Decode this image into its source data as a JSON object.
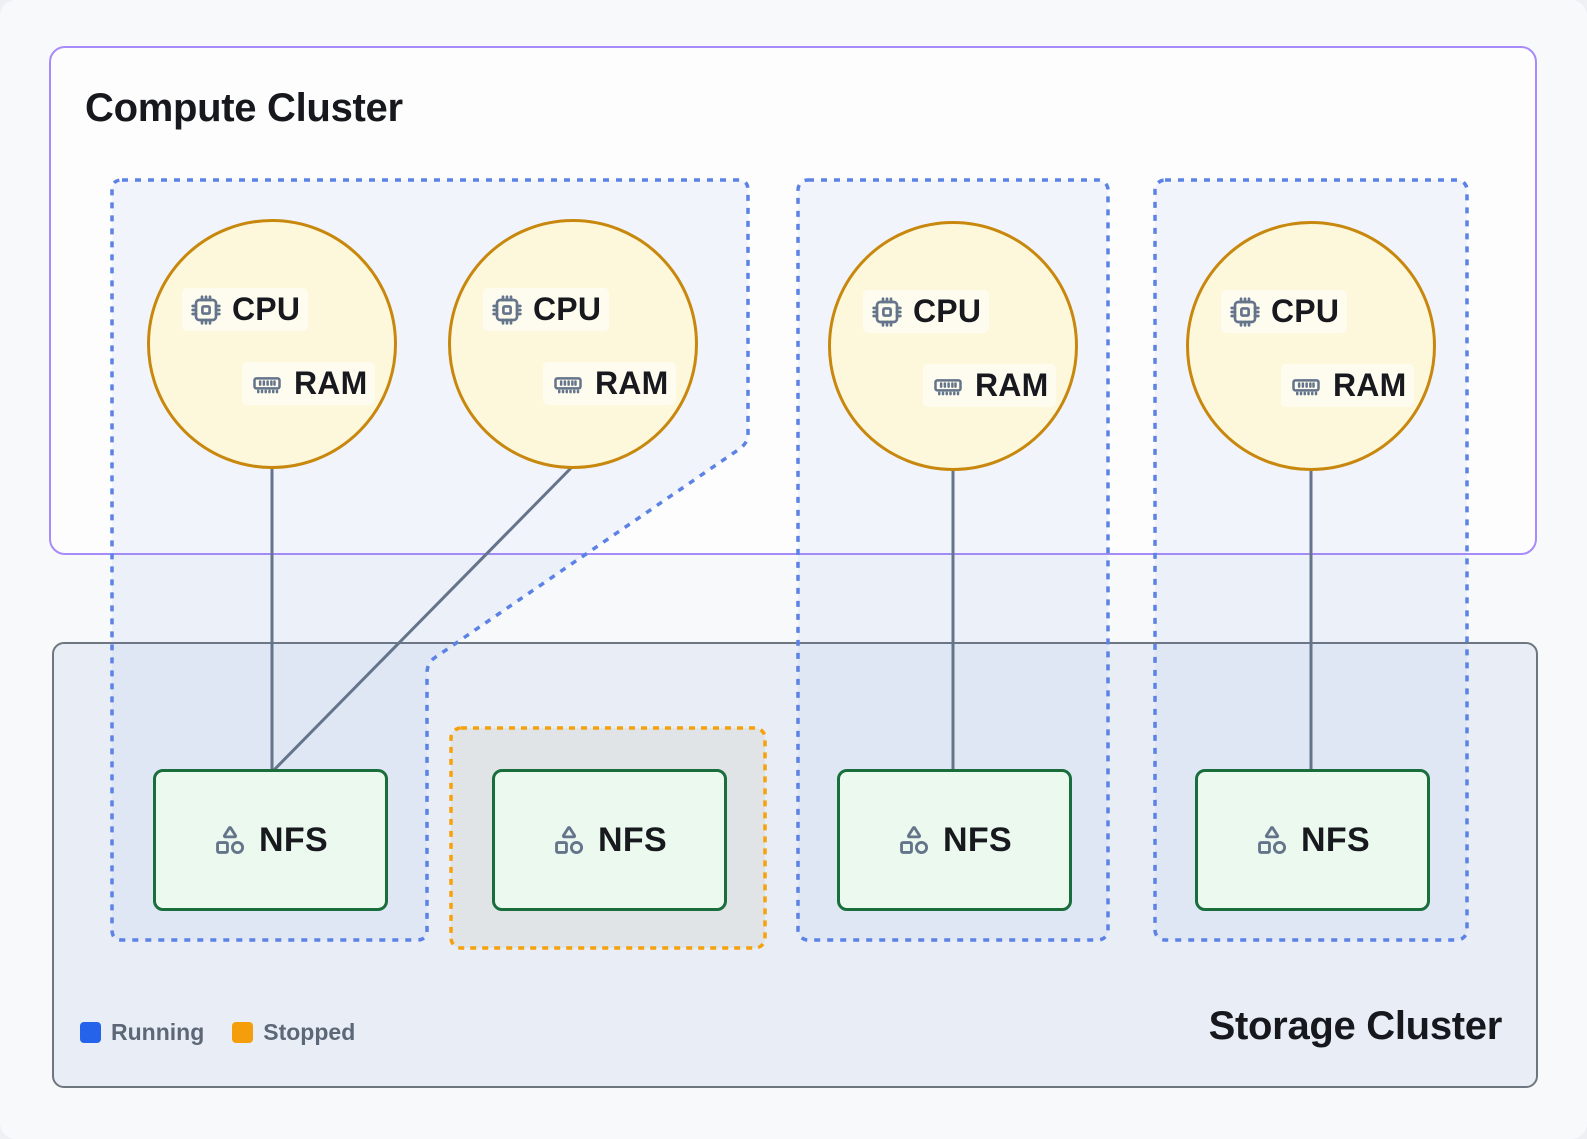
{
  "compute_cluster": {
    "title": "Compute Cluster"
  },
  "storage_cluster": {
    "title": "Storage Cluster"
  },
  "legend": {
    "running_label": "Running",
    "stopped_label": "Stopped"
  },
  "vm_nodes": [
    {
      "id": "vm-1",
      "cpu_label": "CPU",
      "ram_label": "RAM",
      "status": "running"
    },
    {
      "id": "vm-2",
      "cpu_label": "CPU",
      "ram_label": "RAM",
      "status": "running"
    },
    {
      "id": "vm-3",
      "cpu_label": "CPU",
      "ram_label": "RAM",
      "status": "running"
    },
    {
      "id": "vm-4",
      "cpu_label": "CPU",
      "ram_label": "RAM",
      "status": "running"
    }
  ],
  "nfs_nodes": [
    {
      "id": "nfs-1",
      "label": "NFS",
      "status": "running"
    },
    {
      "id": "nfs-2",
      "label": "NFS",
      "status": "stopped"
    },
    {
      "id": "nfs-3",
      "label": "NFS",
      "status": "running"
    },
    {
      "id": "nfs-4",
      "label": "NFS",
      "status": "running"
    }
  ],
  "connections": [
    {
      "from": "vm-1",
      "to": "nfs-1"
    },
    {
      "from": "vm-2",
      "to": "nfs-1"
    },
    {
      "from": "vm-3",
      "to": "nfs-3"
    },
    {
      "from": "vm-4",
      "to": "nfs-4"
    }
  ],
  "colors": {
    "running": "#2563eb",
    "stopped": "#f59e0b",
    "group_dash_blue": "#5b82e4",
    "group_dash_orange": "#f5a10b",
    "vm_border": "#c8880e",
    "vm_fill": "#fdf8dc",
    "nfs_border": "#1a6e3c",
    "nfs_fill": "#ecf9ee",
    "compute_border": "#a78bfa",
    "storage_border": "#6e7680",
    "connector": "#64748b"
  }
}
